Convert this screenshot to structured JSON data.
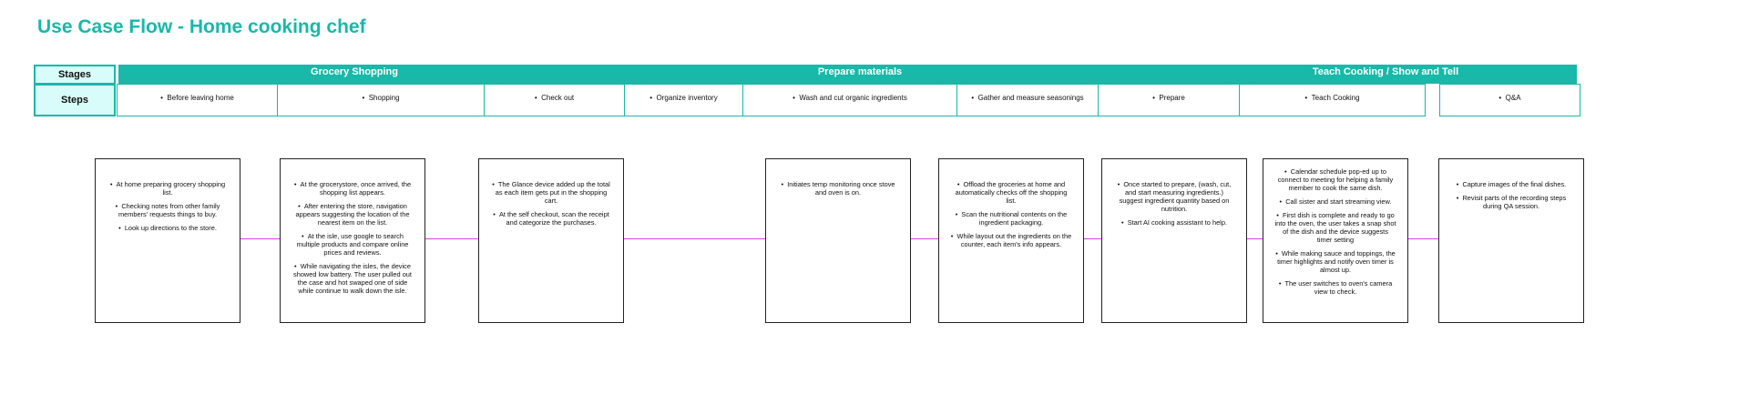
{
  "title": "Use Case Flow - Home cooking chef",
  "labels": {
    "stages": "Stages",
    "steps": "Steps"
  },
  "stages": [
    "Grocery Shopping",
    "Prepare materials",
    "Teach Cooking / Show and Tell"
  ],
  "steps": [
    "Before leaving home",
    "Shopping",
    "Check out",
    "Organize inventory",
    "Wash and cut organic ingredients",
    "Gather and measure seasonings",
    "Prepare",
    "Teach Cooking",
    "Q&A"
  ],
  "cards": [
    {
      "bullets": [
        "At home preparing grocery shopping list.",
        "Checking notes from other family members' requests things to buy.",
        "Look up directions to the store."
      ]
    },
    {
      "bullets": [
        "At the grocerystore, once arrived, the shopping list appears.",
        "After entering the store, navigation appears suggesting the location of the nearest item on the list.",
        "At the isle, use google to search multiple products and compare online prices and reviews.",
        "While navigating the isles, the device showed low battery. The user pulled out the case and hot swaped one of side while continue to walk down the isle."
      ]
    },
    {
      "bullets": [
        "The Glance device added up the total as each item gets put in the shopping cart.",
        "At the self checkout, scan the receipt and categorize the purchases."
      ]
    },
    {
      "bullets": [
        "Initiates temp monitoring once stove and oven is on."
      ]
    },
    {
      "bullets": [
        "Offload the groceries at home and automatically checks off the shopping list.",
        "Scan the nutritional contents on the ingredient packaging.",
        "While layout out the ingredients on the counter, each item's info appears."
      ]
    },
    {
      "bullets": [
        "Once started to prepare, (wash, cut, and start measuring ingredients.) suggest ingredient quantity based on nutrition.",
        "Start AI cooking assistant to help."
      ]
    },
    {
      "bullets": [
        "Calendar schedule pop-ed up to connect to meeting for helping a family member to cook the same dish.",
        "Call sister and start streaming view.",
        "First dish is complete and ready to go into the oven, the user takes a snap shot of the dish and the device suggests timer setting",
        "While making sauce and toppings, the timer highlights and notify oven timer is almost up.",
        "The user switches to oven's camera view to check."
      ]
    },
    {
      "bullets": [
        "Capture images of the final dishes.",
        "Revisit parts of the recording steps during QA session."
      ]
    }
  ]
}
